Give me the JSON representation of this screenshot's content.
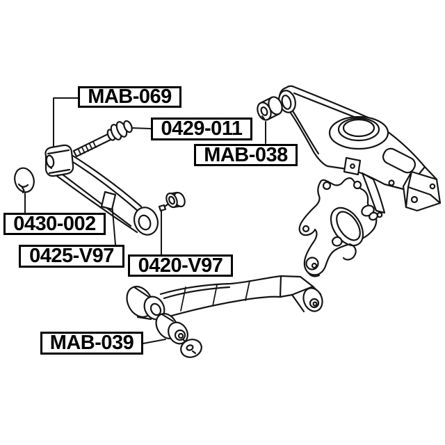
{
  "diagram": {
    "kind": "suspension-parts-line-drawing",
    "colors": {
      "background": "#ffffff",
      "line": "#141414",
      "label_border": "#000000",
      "label_text": "#000000"
    },
    "labels": [
      {
        "text": "MAB-069"
      },
      {
        "text": "0429-011"
      },
      {
        "text": "MAB-038"
      },
      {
        "text": "0430-002"
      },
      {
        "text": "0425-V97"
      },
      {
        "text": "0420-V97"
      },
      {
        "text": "MAB-039"
      }
    ]
  }
}
